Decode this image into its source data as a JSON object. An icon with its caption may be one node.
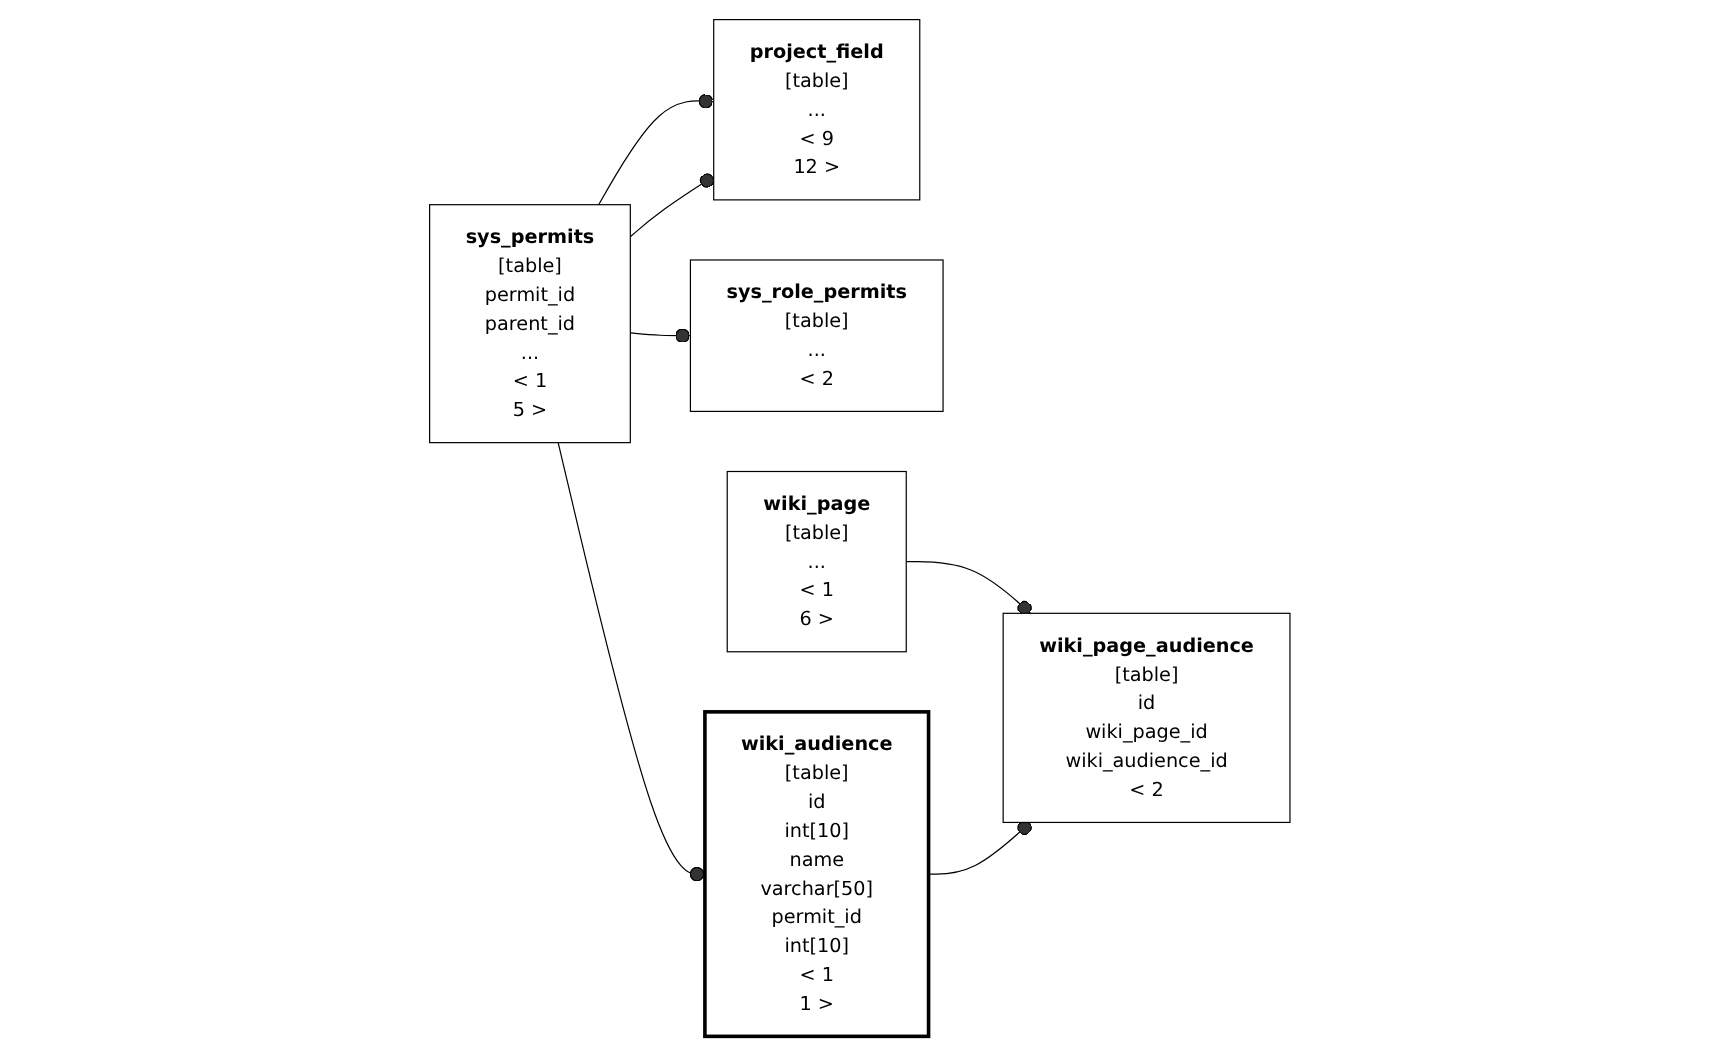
{
  "diagram": {
    "nodes": [
      {
        "text": [
          "project_field",
          "[table]",
          "...",
          "< 9",
          "12 >"
        ]
      },
      {
        "text": [
          "sys_permits",
          "[table]",
          "permit_id",
          "parent_id",
          "...",
          "< 1",
          "5 >"
        ]
      },
      {
        "text": [
          "sys_role_permits",
          "[table]",
          "...",
          "< 2"
        ]
      },
      {
        "text": [
          "wiki_page",
          "[table]",
          "...",
          "< 1",
          "6 >"
        ]
      },
      {
        "text": [
          "wiki_page_audience",
          "[table]",
          "id",
          "wiki_page_id",
          "wiki_audience_id",
          "< 2"
        ]
      },
      {
        "text": [
          "wiki_audience",
          "[table]",
          "id",
          "int[10]",
          "name",
          "varchar[50]",
          "permit_id",
          "int[10]",
          "< 1",
          "1 >"
        ]
      }
    ],
    "edges": [
      {
        "from": 1,
        "to": 0,
        "arrow": "other"
      },
      {
        "from": 1,
        "to": 0,
        "arrow": "other"
      },
      {
        "from": 1,
        "to": 2,
        "arrow": "other"
      },
      {
        "from": 1,
        "to": 5,
        "arrow": "other"
      },
      {
        "from": 3,
        "to": 4,
        "arrow": "other"
      },
      {
        "from": 5,
        "to": 4,
        "arrow": "other"
      }
    ]
  }
}
